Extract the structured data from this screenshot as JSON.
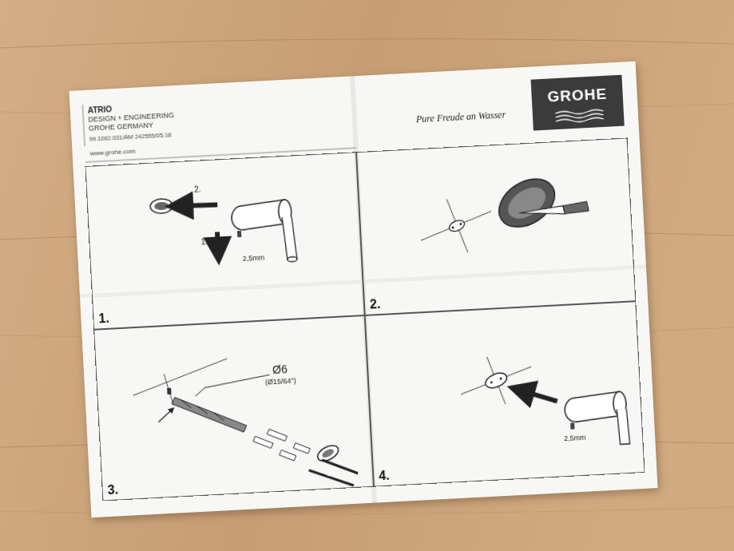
{
  "diagram": {
    "nodes": [
      {
        "text": [
          "GROHE"
        ]
      },
      {
        "text": [
          "1."
        ]
      },
      {
        "text": [
          "2."
        ]
      },
      {
        "text": [
          "3."
        ]
      },
      {
        "text": [
          "4."
        ]
      }
    ],
    "labels": [
      "ATRIO",
      "DESIGN + ENGINEERING",
      "GROHE GERMANY",
      "99.1082.031/ÄM 242555/05.18",
      "www.grohe.com",
      "Pure Freude an Wasser",
      "2.",
      "1.",
      "2,5mm",
      "Ø6",
      "(Ø15/64\")",
      "2,5mm"
    ]
  }
}
